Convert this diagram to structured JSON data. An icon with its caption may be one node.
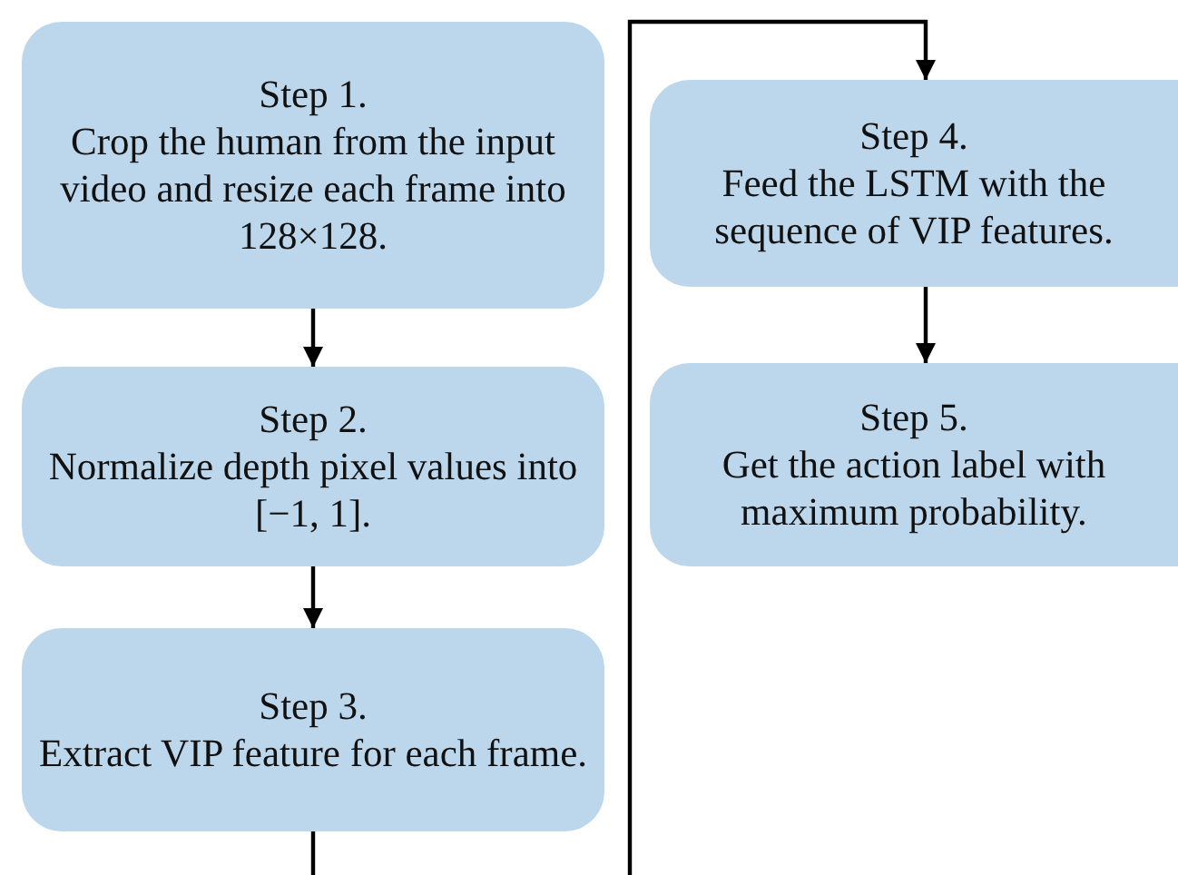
{
  "diagram": {
    "nodes": [
      {
        "text": [
          "Step 1.",
          "Crop the human from the input video and resize each frame into 128×128."
        ]
      },
      {
        "text": [
          "Step 2.",
          "Normalize depth pixel values into [−1, 1]."
        ]
      },
      {
        "text": [
          "Step 3.",
          "Extract VIP feature for each frame."
        ]
      },
      {
        "text": [
          "Step 4.",
          "Feed the LSTM with the sequence of VIP features."
        ]
      },
      {
        "text": [
          "Step 5.",
          "Get the action label with maximum probability."
        ]
      }
    ],
    "edges": [
      {
        "from": 0,
        "to": 1,
        "arrow": "to"
      },
      {
        "from": 1,
        "to": 2,
        "arrow": "to"
      },
      {
        "from": 2,
        "to": 3,
        "arrow": "to"
      },
      {
        "from": 3,
        "to": 4,
        "arrow": "to"
      }
    ]
  }
}
